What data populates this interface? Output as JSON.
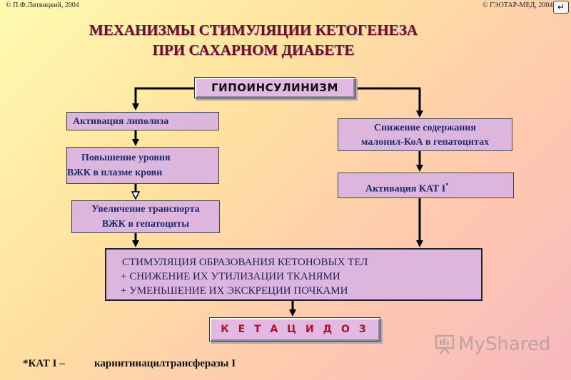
{
  "header": {
    "copyright_left": "© П.Ф.Литвицкий, 2004",
    "copyright_right": "© ГЭОТАР-МЕД, 2004",
    "nav_icon": "return-arrow-icon"
  },
  "title": {
    "line1": "МЕХАНИЗМЫ СТИМУЛЯЦИИ КЕТОГЕНЕЗА",
    "line2": "ПРИ САХАРНОМ ДИАБЕТЕ"
  },
  "nodes": {
    "hypoinsulinism": "ГИПОИНСУЛИНИЗМ",
    "lipolysis": "Активация липолиза",
    "ffa_level_line1": "Повышение уровня",
    "ffa_level_line2": "ВЖК в плазме крови",
    "transport_line1": "Увеличение транспорта",
    "transport_line2": "ВЖК в гепатоциты",
    "malonyl_line1": "Снижение содержания",
    "malonyl_line2": "малонил-КоА в гепатоцитах",
    "cpt": "Активация КАТ I",
    "cpt_mark": "*",
    "ketone_line1": "СТИМУЛЯЦИЯ ОБРАЗОВАНИЯ КЕТОНОВЫХ ТЕЛ",
    "ketone_line2": "+ СНИЖЕНИЕ ИХ УТИЛИЗАЦИИ ТКАНЯМИ",
    "ketone_line3": "+ УМЕНЬШЕНИЕ ИХ ЭКСКРЕЦИИ ПОЧКАМИ",
    "ketoacidosis": "К Е Т А Ц И Д О З"
  },
  "edges": [
    {
      "from": "hypoinsulinism",
      "to": "lipolysis"
    },
    {
      "from": "hypoinsulinism",
      "to": "malonyl"
    },
    {
      "from": "lipolysis",
      "to": "ffa_level"
    },
    {
      "from": "ffa_level",
      "to": "transport"
    },
    {
      "from": "transport",
      "to": "ketone"
    },
    {
      "from": "malonyl",
      "to": "cpt"
    },
    {
      "from": "cpt",
      "to": "ketone"
    },
    {
      "from": "ketone",
      "to": "ketoacidosis"
    }
  ],
  "footnote": {
    "term": "*КАТ I –",
    "definition": "карнитинацилтрансферазы I"
  },
  "watermark": {
    "text": "MyShared",
    "icon": "presentation-board-icon"
  },
  "colors": {
    "node_fill": "#ddb6dd",
    "title": "#7a0a1f",
    "node_text": "#1e2a70",
    "ketoacidosis_text": "#b0102a"
  }
}
